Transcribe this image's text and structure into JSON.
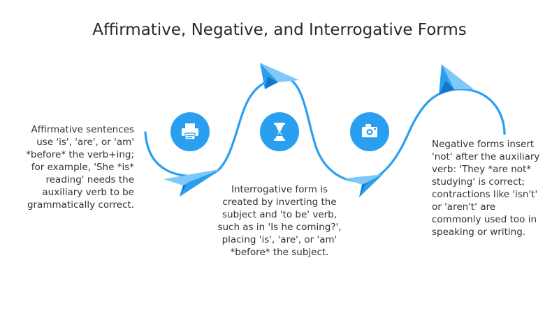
{
  "title": "Affirmative, Negative, and Interrogative Forms",
  "colors": {
    "accent": "#2a9ff0",
    "accent_light": "#7fc8f8",
    "accent_dark": "#1477c9",
    "text": "#333333"
  },
  "icons": [
    "printer-icon",
    "hourglass-icon",
    "camera-icon"
  ],
  "blocks": {
    "affirmative": "Affirmative sentences use 'is', 'are', or 'am' *before* the verb+ing; for example, 'She *is* reading' needs the auxiliary verb to be grammatically correct.",
    "interrogative": "Interrogative form is created by inverting the subject and 'to be' verb, such as in 'Is he coming?', placing 'is', 'are', or 'am' *before* the subject.",
    "negative": "Negative forms insert 'not' after the auxiliary verb: 'They *are not* studying' is correct; contractions like 'isn't' or 'aren't' are commonly used too in speaking or writing."
  }
}
